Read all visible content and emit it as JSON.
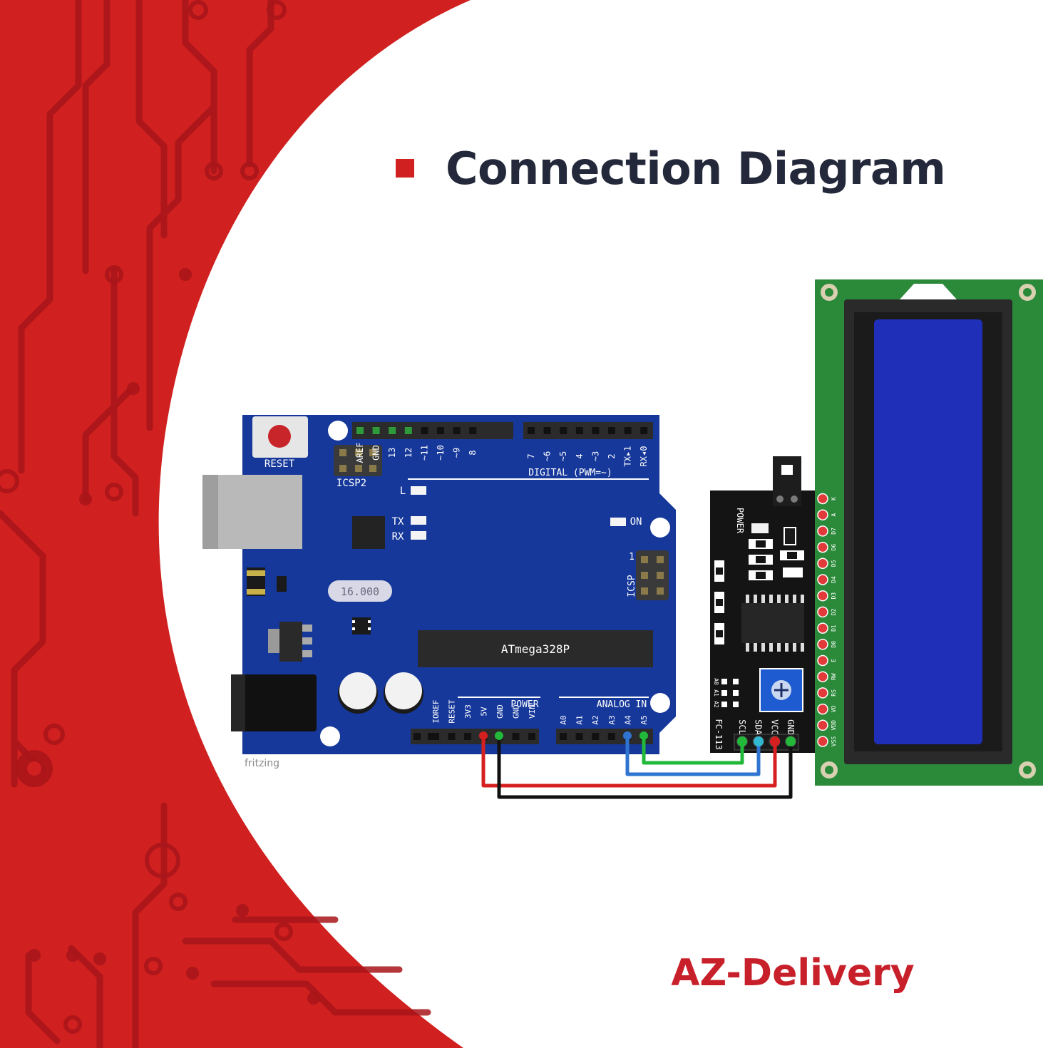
{
  "title": "Connection Diagram",
  "brand": {
    "name": "AZ-Delivery"
  },
  "colors": {
    "accent_red": "#d0201f",
    "title_dark": "#23293a",
    "arduino_blue": "#16389a",
    "lcd_green": "#2a8a3a",
    "lcd_screen_blue": "#1f2fb8",
    "wire_red": "#d62020",
    "wire_black": "#111111",
    "wire_green": "#22b83a",
    "wire_blue": "#2f74d0"
  },
  "arduino": {
    "reset": "RESET",
    "icsp2": "ICSP2",
    "icsp": "ICSP",
    "icsp_pin1": "1",
    "led_l": "L",
    "led_tx": "TX",
    "led_rx": "RX",
    "led_on": "ON",
    "crystal": "16.000",
    "chip": "ATmega328P",
    "digital_label": "DIGITAL (PWM=~)",
    "power_label": "POWER",
    "analog_label": "ANALOG IN",
    "watermark": "fritzing",
    "digital_pins_left": [
      "AREF",
      "GND",
      "13",
      "12",
      "~11",
      "~10",
      "~9",
      "8"
    ],
    "digital_pins_right": [
      "7",
      "~6",
      "~5",
      "4",
      "~3",
      "2",
      "TX▸1",
      "RX◂0"
    ],
    "power_pins": [
      "IOREF",
      "RESET",
      "3V3",
      "5V",
      "GND",
      "GND",
      "VIN"
    ],
    "analog_pins": [
      "A0",
      "A1",
      "A2",
      "A3",
      "A4",
      "A5"
    ]
  },
  "i2c_module": {
    "power_label": "POWER",
    "model": "FC-113",
    "addr_pins": [
      "A0",
      "A1",
      "A2"
    ],
    "header_pins": [
      "SCL",
      "SDA",
      "VCC",
      "GND"
    ]
  },
  "lcd": {
    "pins": [
      "VSS",
      "VDD",
      "VO",
      "RS",
      "RW",
      "E",
      "D0",
      "D1",
      "D2",
      "D3",
      "D4",
      "D5",
      "D6",
      "D7",
      "A",
      "K"
    ]
  },
  "connections": [
    {
      "from": "5V",
      "to": "VCC",
      "color": "red"
    },
    {
      "from": "GND",
      "to": "GND",
      "color": "black"
    },
    {
      "from": "A4",
      "to": "SDA",
      "color": "blue"
    },
    {
      "from": "A5",
      "to": "SCL",
      "color": "green"
    }
  ]
}
